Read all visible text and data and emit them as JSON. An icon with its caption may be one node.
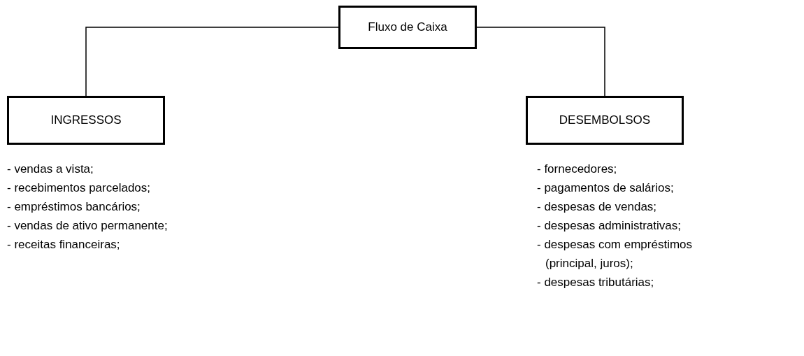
{
  "diagram": {
    "nodes": [
      {
        "text": [
          "Fluxo de Caixa"
        ]
      },
      {
        "text": [
          "INGRESSOS"
        ],
        "beside": [
          "- vendas a vista;",
          "- recebimentos parcelados;",
          "- empréstimos bancários;",
          "- vendas de ativo permanente;",
          "- receitas financeiras;"
        ]
      },
      {
        "text": [
          "DESEMBOLSOS"
        ],
        "beside": [
          "- fornecedores;",
          "- pagamentos de salários;",
          "- despesas de vendas;",
          "- despesas administrativas;",
          "- despesas com empréstimos (principal, juros);",
          "- despesas tributárias;"
        ]
      }
    ],
    "edges": [
      {
        "from": 0,
        "to": 1,
        "arrow": "none"
      },
      {
        "from": 0,
        "to": 2,
        "arrow": "none"
      }
    ]
  }
}
